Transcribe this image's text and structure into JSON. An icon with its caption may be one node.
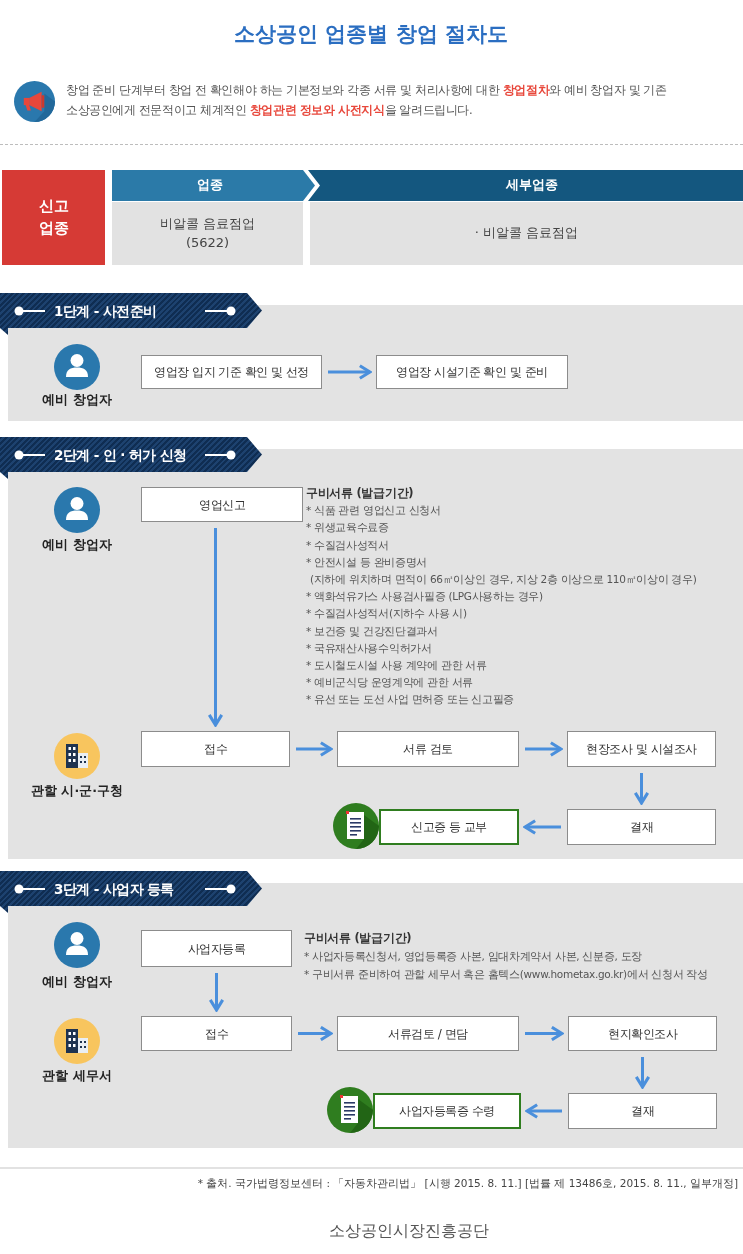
{
  "diagram": {
    "title": "소상공인 업종별 창업 절차도",
    "nodes": [
      {
        "text": [
          "1단계 - 사전준비"
        ]
      },
      {
        "text": [
          "예비 창업자"
        ],
        "in": 0
      },
      {
        "text": [
          "영업장 입지 기준 확인 및 선정"
        ],
        "in": 0
      },
      {
        "text": [
          "영업장 시설기준 확인 및 준비"
        ],
        "in": 0
      },
      {
        "text": [
          "2단계 - 인 · 허가 신청"
        ]
      },
      {
        "text": [
          "예비 창업자"
        ],
        "in": 4
      },
      {
        "text": [
          "영업신고"
        ],
        "in": 4,
        "beside": [
          "구비서류 (발급기간)",
          "* 식품 관련 영업신고 신청서",
          "* 위생교육수료증",
          "* 수질검사성적서",
          "* 안전시설 등 완비증명서",
          "(지하에 위치하며 면적이 66㎡이상인 경우, 지상 2층 이상으로 110㎡이상이 경우)",
          "* 액화석유가스 사용검사필증 (LPG사용하는 경우)",
          "* 수질검사성적서(지하수 사용 시)",
          "* 보건증 및 건강진단결과서",
          "* 국유재산사용수익허가서",
          "* 도시철도시설 사용 계약에 관한 서류",
          "* 예비군식당 운영계약에 관한 서류",
          "* 유선 또는 도선 사업 면허증 또는 신고필증"
        ]
      },
      {
        "text": [
          "관할 시·군·구청"
        ],
        "in": 4
      },
      {
        "text": [
          "접수"
        ],
        "in": 4
      },
      {
        "text": [
          "서류 검토"
        ],
        "in": 4
      },
      {
        "text": [
          "현장조사 및 시설조사"
        ],
        "in": 4
      },
      {
        "text": [
          "신고증 등 교부"
        ],
        "in": 4
      },
      {
        "text": [
          "결재"
        ],
        "in": 4
      },
      {
        "text": [
          "3단계 - 사업자 등록"
        ]
      },
      {
        "text": [
          "예비 창업자"
        ],
        "in": 13
      },
      {
        "text": [
          "사업자등록"
        ],
        "in": 13,
        "beside": [
          "구비서류 (발급기간)",
          "* 사업자등록신청서, 영업등록증 사본, 임대차계약서 사본, 신분증, 도장",
          "* 구비서류 준비하여 관할 세무서 혹은 홈텍스(www.hometax.go.kr)에서 신청서 작성"
        ]
      },
      {
        "text": [
          "관할 세무서"
        ],
        "in": 13
      },
      {
        "text": [
          "접수"
        ],
        "in": 13
      },
      {
        "text": [
          "서류검토 / 면담"
        ],
        "in": 13
      },
      {
        "text": [
          "현지확인조사"
        ],
        "in": 13
      },
      {
        "text": [
          "사업자등록증 수령"
        ],
        "in": 13
      },
      {
        "text": [
          "결재"
        ],
        "in": 13
      }
    ],
    "edges": [
      {
        "from": 2,
        "to": 3,
        "arrow": "to"
      },
      {
        "from": 6,
        "to": 8,
        "arrow": "to"
      },
      {
        "from": 8,
        "to": 9,
        "arrow": "to"
      },
      {
        "from": 9,
        "to": 10,
        "arrow": "to"
      },
      {
        "from": 10,
        "to": 12,
        "arrow": "to"
      },
      {
        "from": 12,
        "to": 11,
        "arrow": "to"
      },
      {
        "from": 15,
        "to": 17,
        "arrow": "to"
      },
      {
        "from": 17,
        "to": 18,
        "arrow": "to"
      },
      {
        "from": 18,
        "to": 19,
        "arrow": "to"
      },
      {
        "from": 19,
        "to": 21,
        "arrow": "to"
      },
      {
        "from": 21,
        "to": 20,
        "arrow": "to"
      }
    ],
    "labels": [
      "창업 준비 단계부터 창업 전 확인해야 하는 기본정보와 각종 서류 및 처리사항에 대한 **창업절차**와 예비 창업자 및 기존 소상공인에게 전문적이고 체계적인 **창업관련 정보와 사전지식**을 알려드립니다.",
      "신고 업종",
      "업종",
      "세부업종",
      "비알콜 음료점업 (5622)",
      "· 비알콜 음료점업",
      "* 출처. 국가법령정보센터 : 「자동차관리법」 [시행 2015. 8. 11.] [법률 제 13486호, 2015. 8. 11., 일부개정]",
      "소상공인시장진흥공단"
    ]
  }
}
